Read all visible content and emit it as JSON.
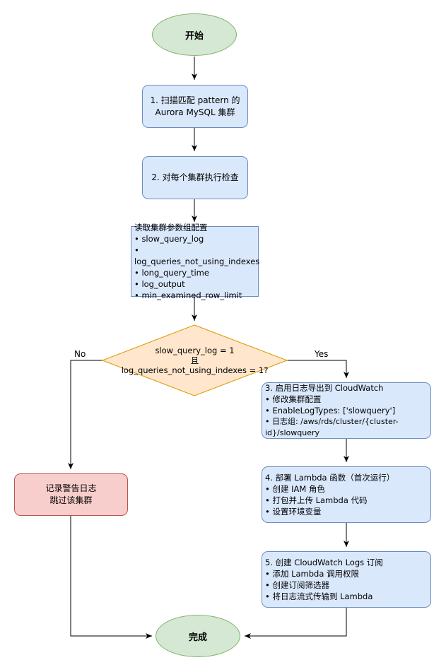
{
  "start": {
    "label": "开始"
  },
  "step1": {
    "lines": [
      "1. 扫描匹配 pattern 的",
      "Aurora MySQL 集群"
    ]
  },
  "step2": {
    "label": "2. 对每个集群执行检查"
  },
  "params": {
    "title": "读取集群参数组配置",
    "items": [
      "• slow_query_log",
      "• log_queries_not_using_indexes",
      "• long_query_time",
      "• log_output",
      "• min_examined_row_limit"
    ]
  },
  "decision": {
    "lines": [
      "slow_query_log = 1",
      "且",
      "log_queries_not_using_indexes = 1?"
    ]
  },
  "labels": {
    "no": "No",
    "yes": "Yes"
  },
  "skip": {
    "lines": [
      "记录警告日志",
      "跳过该集群"
    ]
  },
  "step3": {
    "title": "3. 启用日志导出到 CloudWatch",
    "items": [
      "• 修改集群配置",
      "• EnableLogTypes: ['slowquery']",
      "• 日志组: /aws/rds/cluster/{cluster-id}/slowquery"
    ]
  },
  "step4": {
    "title": "4. 部署 Lambda 函数（首次运行）",
    "items": [
      "• 创建 IAM 角色",
      "• 打包并上传 Lambda 代码",
      "• 设置环境变量"
    ]
  },
  "step5": {
    "title": "5. 创建 CloudWatch Logs 订阅",
    "items": [
      "• 添加 Lambda 调用权限",
      "• 创建订阅筛选器",
      "• 将日志流式传输到 Lambda"
    ]
  },
  "end": {
    "label": "完成"
  }
}
